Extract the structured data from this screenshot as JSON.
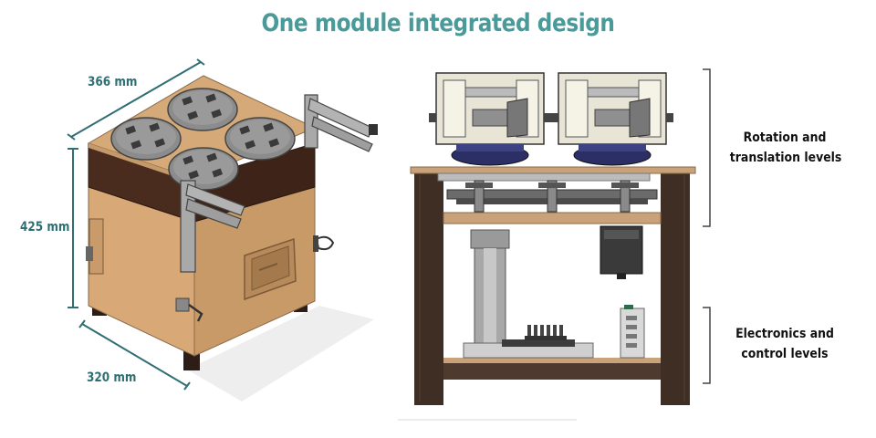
{
  "title": "One module integrated design",
  "dimensions": {
    "width": "366 mm",
    "height": "425 mm",
    "depth": "320 mm"
  },
  "levels": [
    {
      "line1": "Rotation and",
      "line2": "translation levels"
    },
    {
      "line1": "Electronics and",
      "line2": "control levels"
    }
  ],
  "colors": {
    "title": "#4a9a9a",
    "dimension_text": "#2f6f73",
    "dimension_line": "#2f6f73",
    "label_text": "#111111",
    "bracket": "#444444",
    "wood_light": "#d2a679",
    "wood_dark": "#4e2e1f",
    "frame_wood": "#3f2e24",
    "metal": "#b9b9b9",
    "navy": "#2b2f66"
  }
}
